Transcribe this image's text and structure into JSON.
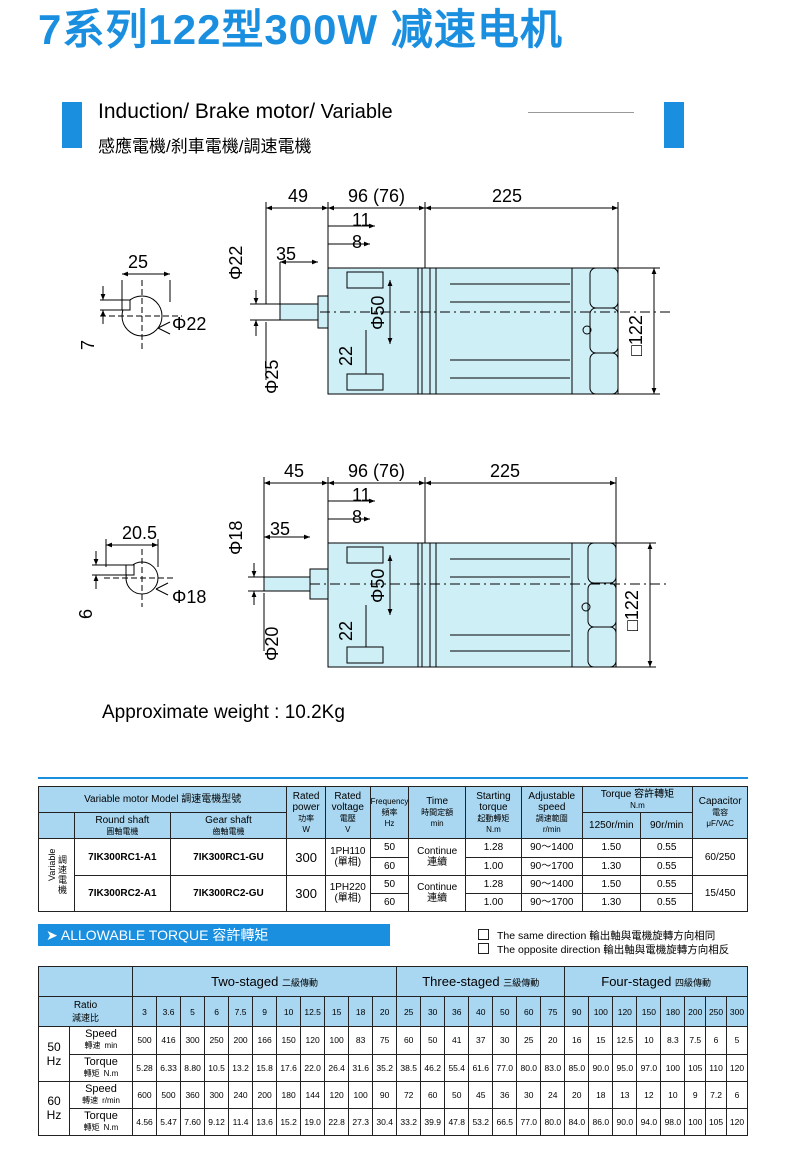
{
  "title": "7系列122型300W 减速电机",
  "header": {
    "en_part1": "Induction/ Brake motor/",
    "en_part2": " Variable",
    "cn": "感應電機/刹車電機/調速電機"
  },
  "drawing1": {
    "d49": "49",
    "d96": "96 (76)",
    "d225": "225",
    "d11": "11",
    "d8": "8",
    "d35": "35",
    "phi22v": "Φ22",
    "phi25": "Φ25",
    "d22": "22",
    "phi50": "Φ50",
    "sq122": "□122",
    "key25": "25",
    "keyphi22": "Φ22",
    "key7": "7"
  },
  "drawing2": {
    "d45": "45",
    "d96": "96 (76)",
    "d225": "225",
    "d11": "11",
    "d8": "8",
    "d35": "35",
    "phi18v": "Φ18",
    "phi20": "Φ20",
    "d22": "22",
    "phi50": "Φ50",
    "sq122": "□122",
    "key205": "20.5",
    "keyphi18": "Φ18",
    "key6": "6"
  },
  "weight": "Approximate weight : 10.2Kg",
  "spec": {
    "h_model": "Variable motor Model 調速電機型號",
    "h_round": "Round shaft",
    "h_round_cn": "圓軸電機",
    "h_gear": "Gear shaft",
    "h_gear_cn": "齒軸電機",
    "h_power": "Rated power",
    "h_power_cn": "功率",
    "h_power_u": "W",
    "h_volt": "Rated voltage",
    "h_volt_cn": "電壓",
    "h_volt_u": "V",
    "h_freq": "Frequency",
    "h_freq_cn": "頻率",
    "h_freq_u": "Hz",
    "h_time": "Time",
    "h_time_cn": "時間定額",
    "h_time_u": "min",
    "h_start": "Starting torque",
    "h_start_cn": "起動轉矩",
    "h_start_u": "N.m",
    "h_speed": "Adjustable speed",
    "h_speed_cn": "調速範圍",
    "h_speed_u": "r/min",
    "h_torque": "Torque 容許轉矩",
    "h_torque_u": "N.m",
    "h_t1": "1250r/min",
    "h_t2": "90r/min",
    "h_cap": "Capacitor",
    "h_cap_cn": "電容",
    "h_cap_u": "μF/VAC",
    "side_en": "Variable",
    "side_cn": "調速電機",
    "rows": [
      {
        "round": "7IK300RC1-A1",
        "gear": "7IK300RC1-GU",
        "power": "300",
        "volt": "1PH110",
        "volt_cn": "(單相)",
        "time": "Continue",
        "time_cn": "連續",
        "cap": "60/250",
        "sub": [
          {
            "hz": "50",
            "start": "1.28",
            "speed": "90～1400",
            "t1": "1.50",
            "t2": "0.55"
          },
          {
            "hz": "60",
            "start": "1.00",
            "speed": "90～1700",
            "t1": "1.30",
            "t2": "0.55"
          }
        ]
      },
      {
        "round": "7IK300RC2-A1",
        "gear": "7IK300RC2-GU",
        "power": "300",
        "volt": "1PH220",
        "volt_cn": "(單相)",
        "time": "Continue",
        "time_cn": "連續",
        "cap": "15/450",
        "sub": [
          {
            "hz": "50",
            "start": "1.28",
            "speed": "90～1400",
            "t1": "1.50",
            "t2": "0.55"
          },
          {
            "hz": "60",
            "start": "1.00",
            "speed": "90～1700",
            "t1": "1.30",
            "t2": "0.55"
          }
        ]
      }
    ]
  },
  "allow_label": "ALLOWABLE TORQUE  容許轉矩",
  "legend": {
    "same": "The same direction 輸出軸與電機旋轉方向相同",
    "opposite": "The opposite direction 輸出軸與電機旋轉方向相反"
  },
  "torque": {
    "two": "Two-staged",
    "two_cn": "二級傳動",
    "three": "Three-staged",
    "three_cn": "三級傳動",
    "four": "Four-staged",
    "four_cn": "四級傳動",
    "ratio": "Ratio",
    "ratio_cn": "減速比",
    "ratios": [
      "3",
      "3.6",
      "5",
      "6",
      "7.5",
      "9",
      "10",
      "12.5",
      "15",
      "18",
      "20",
      "25",
      "30",
      "36",
      "40",
      "50",
      "60",
      "75",
      "90",
      "100",
      "120",
      "150",
      "180",
      "200",
      "250",
      "300"
    ],
    "blocks": [
      {
        "hz": "50",
        "hz_u": "Hz",
        "speed_l": "Speed",
        "speed_cn": "轉速",
        "speed_u": "min",
        "speed": [
          "500",
          "416",
          "300",
          "250",
          "200",
          "166",
          "150",
          "120",
          "100",
          "83",
          "75",
          "60",
          "50",
          "41",
          "37",
          "30",
          "25",
          "20",
          "16",
          "15",
          "12.5",
          "10",
          "8.3",
          "7.5",
          "6",
          "5"
        ],
        "torque_l": "Torque",
        "torque_cn": "轉矩",
        "torque_u": "N.m",
        "torque": [
          "5.28",
          "6.33",
          "8.80",
          "10.5",
          "13.2",
          "15.8",
          "17.6",
          "22.0",
          "26.4",
          "31.6",
          "35.2",
          "38.5",
          "46.2",
          "55.4",
          "61.6",
          "77.0",
          "80.0",
          "83.0",
          "85.0",
          "90.0",
          "95.0",
          "97.0",
          "100",
          "105",
          "110",
          "120"
        ]
      },
      {
        "hz": "60",
        "hz_u": "Hz",
        "speed_l": "Speed",
        "speed_cn": "轉速",
        "speed_u": "r/min",
        "speed": [
          "600",
          "500",
          "360",
          "300",
          "240",
          "200",
          "180",
          "144",
          "120",
          "100",
          "90",
          "72",
          "60",
          "50",
          "45",
          "36",
          "30",
          "24",
          "20",
          "18",
          "13",
          "12",
          "10",
          "9",
          "7.2",
          "6"
        ],
        "torque_l": "Torque",
        "torque_cn": "轉矩",
        "torque_u": "N.m",
        "torque": [
          "4.56",
          "5.47",
          "7.60",
          "9.12",
          "11.4",
          "13.6",
          "15.2",
          "19.0",
          "22.8",
          "27.3",
          "30.4",
          "33.2",
          "39.9",
          "47.8",
          "53.2",
          "66.5",
          "77.0",
          "80.0",
          "84.0",
          "86.0",
          "90.0",
          "94.0",
          "98.0",
          "100",
          "105",
          "120"
        ]
      }
    ]
  }
}
